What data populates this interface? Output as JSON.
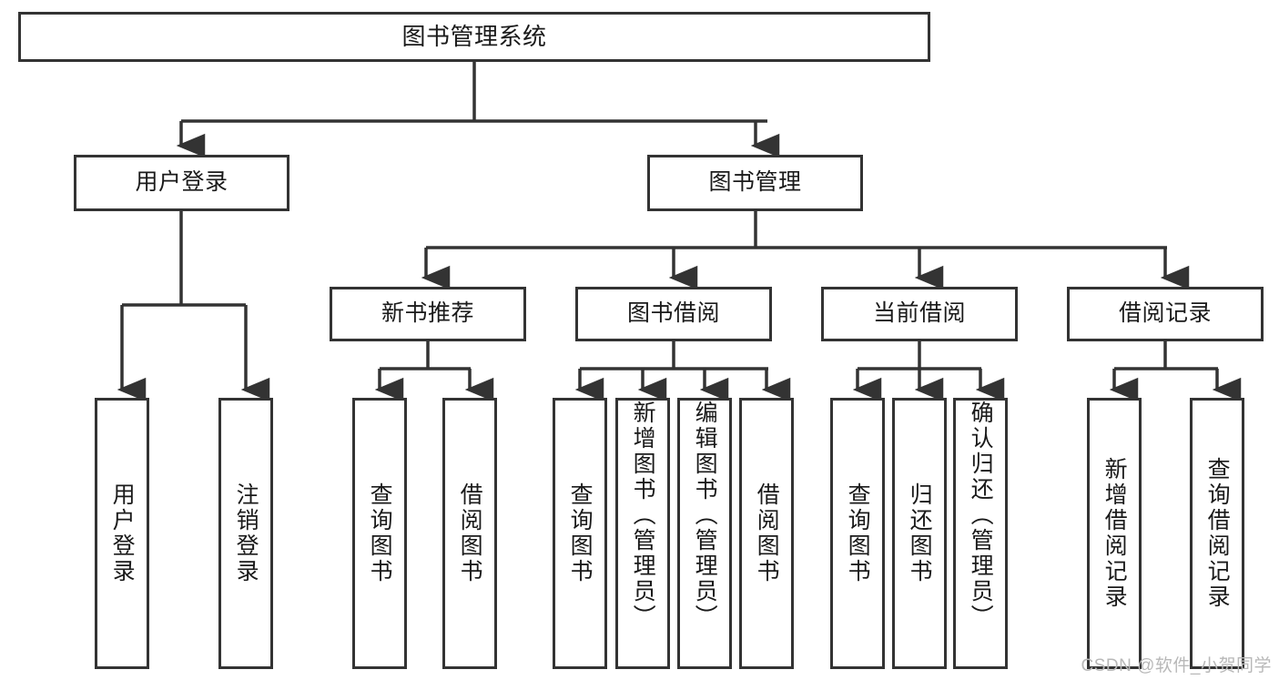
{
  "diagram": {
    "title": "图书管理系统",
    "type": "tree-hierarchy-chart",
    "line_color": "#333333",
    "box_fill": "#ffffff",
    "text_color": "#1a1a1a"
  },
  "root": {
    "label": "图书管理系统"
  },
  "level1": [
    {
      "label": "用户登录"
    },
    {
      "label": "图书管理"
    }
  ],
  "level2": [
    {
      "label": "新书推荐"
    },
    {
      "label": "图书借阅"
    },
    {
      "label": "当前借阅"
    },
    {
      "label": "借阅记录"
    }
  ],
  "leaves": {
    "user_login": [
      {
        "label": "用户登录"
      },
      {
        "label": "注销登录"
      }
    ],
    "new_book_recommend": [
      {
        "label": "查询图书"
      },
      {
        "label": "借阅图书"
      }
    ],
    "book_borrow": [
      {
        "label": "查询图书"
      },
      {
        "label": "新增图书（管理员）"
      },
      {
        "label": "编辑图书（管理员）"
      },
      {
        "label": "借阅图书"
      }
    ],
    "current_borrow": [
      {
        "label": "查询图书"
      },
      {
        "label": "归还图书"
      },
      {
        "label": "确认归还（管理员）"
      }
    ],
    "borrow_record": [
      {
        "label": "新增借阅记录"
      },
      {
        "label": "查询借阅记录"
      }
    ]
  },
  "watermark": {
    "text": "CSDN @软件_小贺同学",
    "color": "#b8b8b8"
  }
}
